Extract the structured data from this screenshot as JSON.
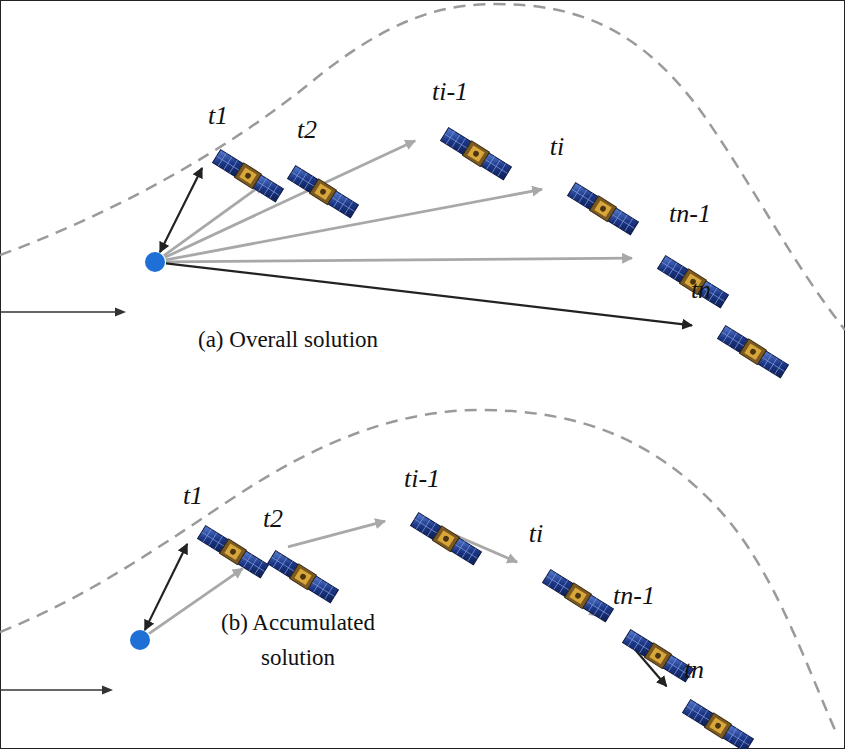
{
  "diagram": {
    "nodes": [
      {
        "text": []
      },
      {
        "text": [
          "t1"
        ]
      },
      {
        "text": [
          "t2"
        ]
      },
      {
        "text": [
          "ti-1"
        ]
      },
      {
        "text": [
          "ti"
        ]
      },
      {
        "text": [
          "tn-1"
        ]
      },
      {
        "text": [
          "tn"
        ]
      },
      {
        "text": []
      },
      {
        "text": [
          "t1"
        ]
      },
      {
        "text": [
          "t2"
        ]
      },
      {
        "text": [
          "ti-1"
        ]
      },
      {
        "text": [
          "ti"
        ]
      },
      {
        "text": [
          "tn-1"
        ]
      },
      {
        "text": [
          "tn"
        ]
      }
    ],
    "edges": [
      {
        "from": 0,
        "to": 1,
        "arrow": "both"
      },
      {
        "from": 0,
        "to": 2,
        "arrow": "to"
      },
      {
        "from": 0,
        "to": 3,
        "arrow": "to"
      },
      {
        "from": 0,
        "to": 4,
        "arrow": "to"
      },
      {
        "from": 0,
        "to": 5,
        "arrow": "to"
      },
      {
        "from": 0,
        "to": 6,
        "arrow": "to"
      },
      {
        "from": 7,
        "to": 8,
        "arrow": "both"
      },
      {
        "from": 7,
        "to": 9,
        "arrow": "to"
      },
      {
        "from": 9,
        "to": 10,
        "arrow": "to"
      },
      {
        "from": 10,
        "to": 11,
        "arrow": "to"
      },
      {
        "from": 11,
        "to": 12,
        "arrow": "to"
      },
      {
        "from": 12,
        "to": 13,
        "arrow": "to"
      }
    ],
    "labels": [
      "(a) Overall solution",
      "(b) Accumulated solution"
    ]
  }
}
